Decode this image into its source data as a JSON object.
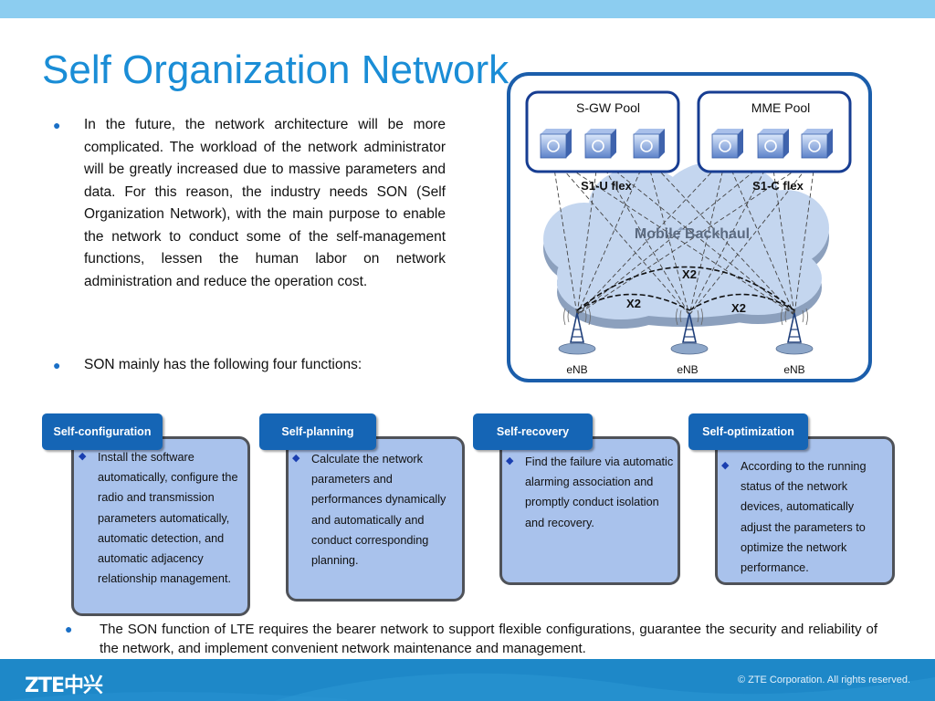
{
  "title": "Self Organization Network",
  "bullets": {
    "b1": "In the future, the network architecture will be more complicated. The workload of the network administrator will be greatly increased due to massive parameters and data. For this reason, the industry needs SON (Self Organization Network), with the main purpose to enable the network to conduct some of the self-management functions, lessen the human labor on network administration and reduce the operation cost.",
    "b2": "SON mainly has the following four functions:",
    "b3": "The SON function of LTE requires the bearer network to support flexible configurations, guarantee the security and reliability of the network, and implement convenient network maintenance and management."
  },
  "diagram": {
    "sgw_pool": "S-GW Pool",
    "mme_pool": "MME Pool",
    "s1u": "S1-U flex",
    "s1c": "S1-C flex",
    "backhaul": "Mobile Backhaul",
    "x2_top": "X2",
    "x2_left": "X2",
    "x2_right": "X2",
    "enb1": "eNB",
    "enb2": "eNB",
    "enb3": "eNB"
  },
  "functions": [
    {
      "title": "Self-configuration",
      "text": "Install the software automatically, configure the radio and transmission parameters automatically, automatic detection, and automatic adjacency relationship management."
    },
    {
      "title": "Self-planning",
      "text": "Calculate the network parameters and performances dynamically and automatically and conduct corresponding planning."
    },
    {
      "title": "Self-recovery",
      "text": "Find the failure via automatic alarming association and promptly conduct  isolation and recovery."
    },
    {
      "title": "Self-optimization",
      "text": "According to the running status of the network devices, automatically adjust the parameters to optimize the network performance."
    }
  ],
  "footer": {
    "logo": "ZTE中兴",
    "copyright": "© ZTE Corporation. All rights reserved."
  },
  "colors": {
    "title": "#1a8dd6",
    "tab": "#1565b5",
    "card": "#a9c2ec",
    "footer": "#1e88c8",
    "cloud": "#c4d6ef"
  }
}
